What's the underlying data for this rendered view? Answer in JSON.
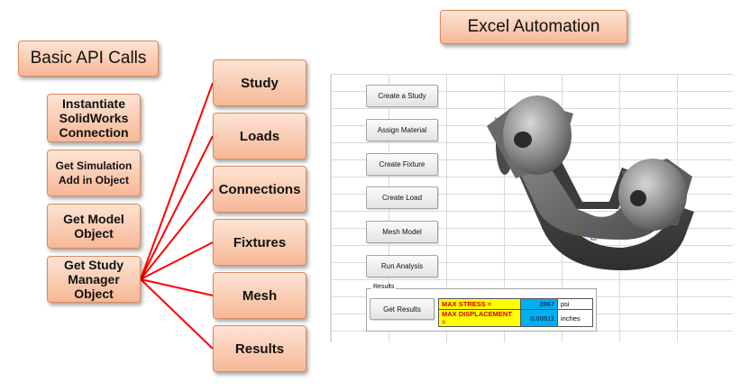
{
  "header": {
    "basic_api": "Basic API Calls",
    "excel_automation": "Excel Automation"
  },
  "api_calls": [
    "Instantiate SolidWorks Connection",
    "Get Simulation Add in Object",
    "Get Model Object",
    "Get Study Manager Object"
  ],
  "targets": [
    "Study",
    "Loads",
    "Connections",
    "Fixtures",
    "Mesh",
    "Results"
  ],
  "excel": {
    "buttons": [
      "Create a Study",
      "Assign Material",
      "Create Fixture",
      "Create Load",
      "Mesh Model",
      "Run Analysis"
    ],
    "results_group_label": "Results",
    "get_results_label": "Get Results",
    "rows": [
      {
        "label": "MAX STRESS =",
        "value": "2867",
        "unit": "psi"
      },
      {
        "label": "MAX DISPLACEMENT =",
        "value": "0.00511",
        "unit": "inches"
      }
    ]
  },
  "colors": {
    "box_fill_top": "#fde3d4",
    "box_fill_bottom": "#f7b896",
    "connector_line": "#ff0000",
    "result_label_fill": "#ffff00",
    "result_label_text": "#d00000",
    "result_value_fill": "#00b0f0"
  }
}
